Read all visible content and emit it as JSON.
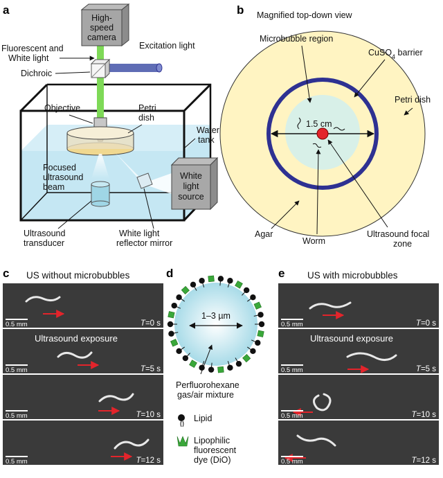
{
  "colors": {
    "green_beam": "#7ed957",
    "excitation": "#5f6db5",
    "water": "#bfe4f2",
    "agar": "#fff4c2",
    "barrier": "#2e3192",
    "focal": "#e3242b",
    "frame_bg": "#3a3a3a",
    "arrow_red": "#e3242b",
    "dye": "#3aa83a"
  },
  "panel_a": {
    "letter": "a",
    "camera": [
      "High-",
      "speed",
      "camera"
    ],
    "fluorescent": [
      "Fluorescent and",
      "White light"
    ],
    "excitation": "Excitation light",
    "dichroic": "Dichroic",
    "objective": "Objective",
    "petri": [
      "Petri",
      "dish"
    ],
    "water_tank": [
      "Water",
      "tank"
    ],
    "focused_beam": [
      "Focused",
      "ultrasound",
      "beam"
    ],
    "white_source": [
      "White",
      "light",
      "source"
    ],
    "transducer": [
      "Ultrasound",
      "transducer"
    ],
    "mirror": [
      "White light",
      "reflector mirror"
    ]
  },
  "panel_b": {
    "letter": "b",
    "title": "Magnified top-down view",
    "microbubble_region": "Microbubble region",
    "barrier_main": "CuSO",
    "barrier_sub": "4",
    "barrier_rest": " barrier",
    "petri_dish": "Petri dish",
    "scale": "1.5 cm",
    "agar": "Agar",
    "worm": "Worm",
    "focal_zone": [
      "Ultrasound focal",
      "zone"
    ]
  },
  "panel_c": {
    "letter": "c",
    "title": "US without microbubbles",
    "overlay": "Ultrasound exposure",
    "scale": "0.5 mm",
    "times": [
      "=0 s",
      "=5 s",
      "=10 s",
      "=12 s"
    ],
    "time_var": "T"
  },
  "panel_d": {
    "letter": "d",
    "size": "1–3 µm",
    "gas": [
      "Perfluorohexane",
      "gas/air mixture"
    ],
    "lipid": "Lipid",
    "dye": [
      "Lipophilic",
      "fluorescent",
      "dye (DiO)"
    ]
  },
  "panel_e": {
    "letter": "e",
    "title": "US with microbubbles",
    "overlay": "Ultrasound exposure",
    "scale": "0.5 mm",
    "times": [
      "=0 s",
      "=5 s",
      "=10 s",
      "=12 s"
    ],
    "time_var": "T"
  }
}
